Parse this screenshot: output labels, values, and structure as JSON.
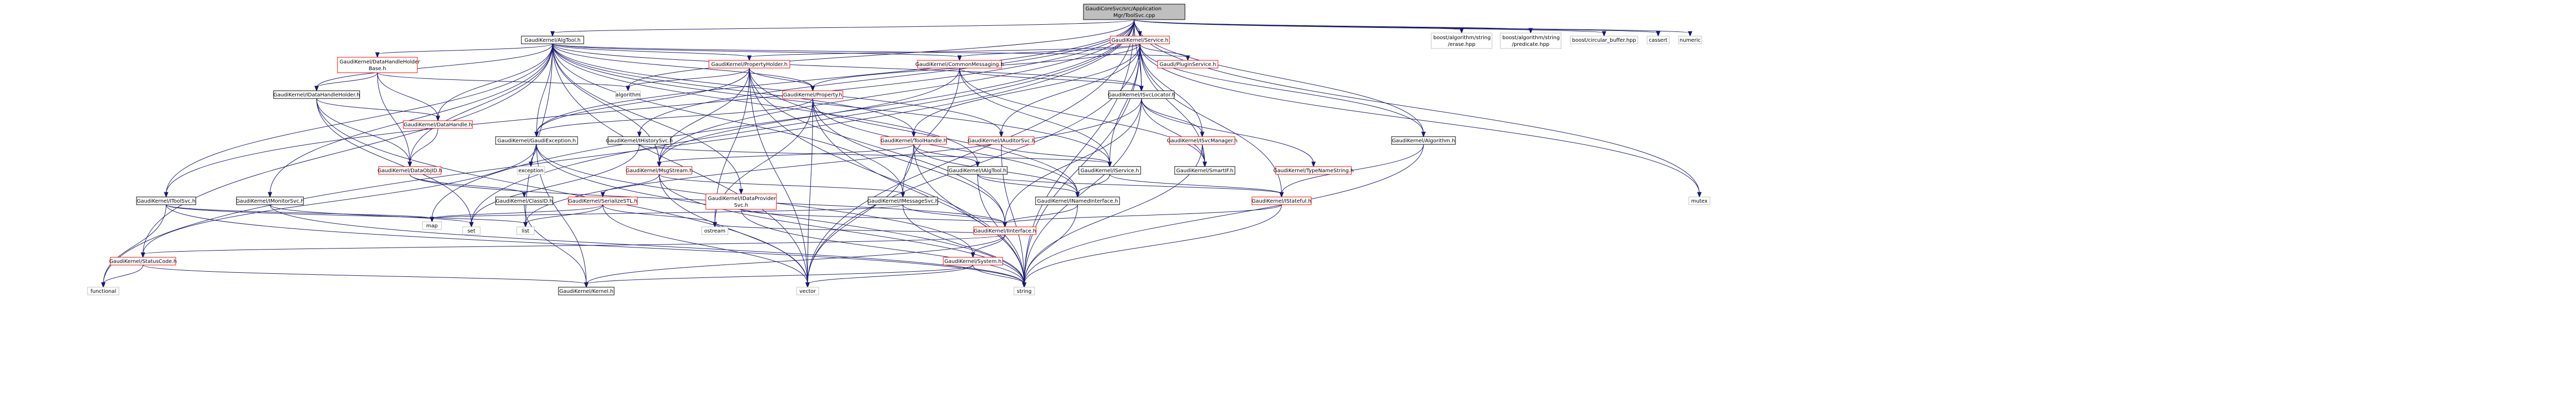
{
  "graph": {
    "nodes": [
      {
        "id": "root",
        "lines": [
          "GaudiCoreSvc/src/Application",
          "Mgr/ToolSvc.cpp"
        ],
        "style": "root"
      },
      {
        "id": "algtool_h",
        "lines": [
          "GaudiKernel/AlgTool.h"
        ],
        "style": "black"
      },
      {
        "id": "service_h",
        "lines": [
          "GaudiKernel/Service.h"
        ],
        "style": "red"
      },
      {
        "id": "erase_hpp",
        "lines": [
          "boost/algorithm/string",
          "/erase.hpp"
        ],
        "style": "gray"
      },
      {
        "id": "predicate_hpp",
        "lines": [
          "boost/algorithm/string",
          "/predicate.hpp"
        ],
        "style": "gray"
      },
      {
        "id": "circular_buffer",
        "lines": [
          "boost/circular_buffer.hpp"
        ],
        "style": "gray"
      },
      {
        "id": "cassert",
        "lines": [
          "cassert"
        ],
        "style": "gray"
      },
      {
        "id": "numeric",
        "lines": [
          "numeric"
        ],
        "style": "gray"
      },
      {
        "id": "datahandleholder_base",
        "lines": [
          "GaudiKernel/DataHandleHolder",
          "Base.h"
        ],
        "style": "red"
      },
      {
        "id": "propertyholder_h",
        "lines": [
          "GaudiKernel/PropertyHolder.h"
        ],
        "style": "red"
      },
      {
        "id": "commonmessaging_h",
        "lines": [
          "GaudiKernel/CommonMessaging.h"
        ],
        "style": "red"
      },
      {
        "id": "ipluginservice_h",
        "lines": [
          "Gaudi/PluginService.h"
        ],
        "style": "red"
      },
      {
        "id": "datahandleholder_h",
        "lines": [
          "GaudiKernel/IDataHandleHolder.h"
        ],
        "style": "black"
      },
      {
        "id": "algorithm",
        "lines": [
          "algorithm"
        ],
        "style": "gray"
      },
      {
        "id": "property_h",
        "lines": [
          "GaudiKernel/Property.h"
        ],
        "style": "red"
      },
      {
        "id": "isvclocator_h",
        "lines": [
          "GaudiKernel/ISvcLocator.h"
        ],
        "style": "black"
      },
      {
        "id": "datahandle_h",
        "lines": [
          "GaudiKernel/DataHandle.h"
        ],
        "style": "red"
      },
      {
        "id": "gaudiexception_h",
        "lines": [
          "GaudiKernel/GaudiException.h"
        ],
        "style": "black"
      },
      {
        "id": "ihistorysvc_h",
        "lines": [
          "GaudiKernel/IHistorySvc.h"
        ],
        "style": "black"
      },
      {
        "id": "toolhandle_h",
        "lines": [
          "GaudiKernel/ToolHandle.h"
        ],
        "style": "red"
      },
      {
        "id": "iauditorsvc_h",
        "lines": [
          "GaudiKernel/IAuditorSvc.h"
        ],
        "style": "red"
      },
      {
        "id": "isvcmanager_h",
        "lines": [
          "GaudiKernel/ISvcManager.h"
        ],
        "style": "red"
      },
      {
        "id": "algorithm_h",
        "lines": [
          "GaudiKernel/Algorithm.h"
        ],
        "style": "black"
      },
      {
        "id": "iservice_h",
        "lines": [
          "GaudiKernel/IService.h"
        ],
        "style": "black"
      },
      {
        "id": "smartif_h",
        "lines": [
          "GaudiKernel/SmartIF.h"
        ],
        "style": "black"
      },
      {
        "id": "typenamestring_h",
        "lines": [
          "GaudiKernel/TypeNameString.h"
        ],
        "style": "red"
      },
      {
        "id": "ialgtool_h",
        "lines": [
          "GaudiKernel/IAlgTool.h"
        ],
        "style": "black"
      },
      {
        "id": "msgstream_h",
        "lines": [
          "GaudiKernel/MsgStream.h"
        ],
        "style": "red"
      },
      {
        "id": "datahandleholdervisitor",
        "lines": [
          "GaudiKernel/DataObjID.h"
        ],
        "style": "red"
      },
      {
        "id": "exception",
        "lines": [
          "exception"
        ],
        "style": "gray"
      },
      {
        "id": "itoolsvc_h",
        "lines": [
          "GaudiKernel/IToolSvc.h"
        ],
        "style": "black"
      },
      {
        "id": "imonitorsvc_h",
        "lines": [
          "GaudiKernel/IMonitorSvc.h"
        ],
        "style": "black"
      },
      {
        "id": "iclassid_h",
        "lines": [
          "GaudiKernel/ClassID.h"
        ],
        "style": "black"
      },
      {
        "id": "iserialize_h",
        "lines": [
          "GaudiKernel/SerializeSTL.h"
        ],
        "style": "red"
      },
      {
        "id": "idataprovider_h",
        "lines": [
          "GaudiKernel/IDataProvider",
          "Svc.h"
        ],
        "style": "red"
      },
      {
        "id": "imessagesvc_h",
        "lines": [
          "GaudiKernel/IMessageSvc.h"
        ],
        "style": "black"
      },
      {
        "id": "inamedinterface_h",
        "lines": [
          "GaudiKernel/INamedInterface.h"
        ],
        "style": "black"
      },
      {
        "id": "istateful_h",
        "lines": [
          "GaudiKernel/IStateful.h"
        ],
        "style": "red"
      },
      {
        "id": "mutex",
        "lines": [
          "mutex"
        ],
        "style": "gray"
      },
      {
        "id": "map",
        "lines": [
          "map"
        ],
        "style": "gray"
      },
      {
        "id": "set",
        "lines": [
          "set"
        ],
        "style": "gray"
      },
      {
        "id": "list",
        "lines": [
          "list"
        ],
        "style": "gray"
      },
      {
        "id": "ostream",
        "lines": [
          "ostream"
        ],
        "style": "gray"
      },
      {
        "id": "iinterface_h",
        "lines": [
          "GaudiKernel/IInterface.h"
        ],
        "style": "red"
      },
      {
        "id": "statuscode_h",
        "lines": [
          "GaudiKernel/StatusCode.h"
        ],
        "style": "red"
      },
      {
        "id": "system_h",
        "lines": [
          "GaudiKernel/System.h"
        ],
        "style": "red"
      },
      {
        "id": "functional",
        "lines": [
          "functional"
        ],
        "style": "gray"
      },
      {
        "id": "kernel_h",
        "lines": [
          "GaudiKernel/Kernel.h"
        ],
        "style": "black"
      },
      {
        "id": "vector",
        "lines": [
          "vector"
        ],
        "style": "gray"
      },
      {
        "id": "string",
        "lines": [
          "string"
        ],
        "style": "gray"
      }
    ]
  }
}
